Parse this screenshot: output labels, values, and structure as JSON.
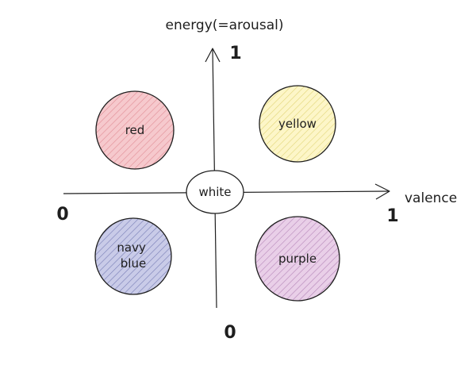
{
  "axes": {
    "y_title": "energy(=arousal)",
    "x_title": "valence",
    "y_top_value": "1",
    "y_bottom_value": "0",
    "x_left_value": "0",
    "x_right_value": "1"
  },
  "quadrants": [
    {
      "label_lines": [
        "red"
      ],
      "fill": "#f6c9cd",
      "hatch": "#e08a93"
    },
    {
      "label_lines": [
        "yellow"
      ],
      "fill": "#fdf6c8",
      "hatch": "#e3d77a"
    },
    {
      "label_lines": [
        "navy",
        "blue"
      ],
      "fill": "#c9cbe8",
      "hatch": "#7b80b8"
    },
    {
      "label_lines": [
        "purple"
      ],
      "fill": "#e9cfe8",
      "hatch": "#b585b8"
    }
  ],
  "center": {
    "label": "white",
    "fill": "#ffffff"
  },
  "stroke_color": "#1e1e1e"
}
